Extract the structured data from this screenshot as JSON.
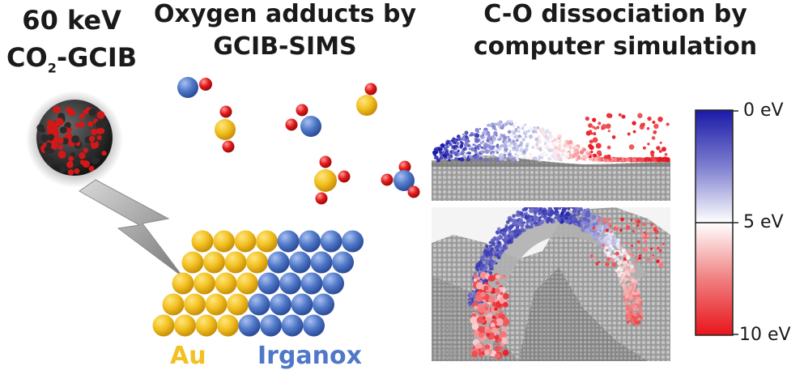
{
  "left_title": {
    "line1": "60 keV",
    "line2_main": "CO",
    "line2_sub": "2",
    "line2_end": "-GCIB"
  },
  "center_title": {
    "line1": "Oxygen adducts by",
    "line2": "GCIB-SIMS"
  },
  "right_title": {
    "line1": "C-O dissociation by",
    "line2": "computer simulation"
  },
  "materials": {
    "au": "Au",
    "irganox": "Irganox"
  },
  "colorbar": {
    "labels": [
      "0 eV",
      "5 eV",
      "10 eV"
    ],
    "colors": [
      "#1a1aa8",
      "#ffffff",
      "#e8141a"
    ]
  },
  "palette": {
    "gold": "#f2c020",
    "blue": "#5078c8",
    "oxygen": "#e21a1a",
    "carbon": "#3a3a3a"
  }
}
